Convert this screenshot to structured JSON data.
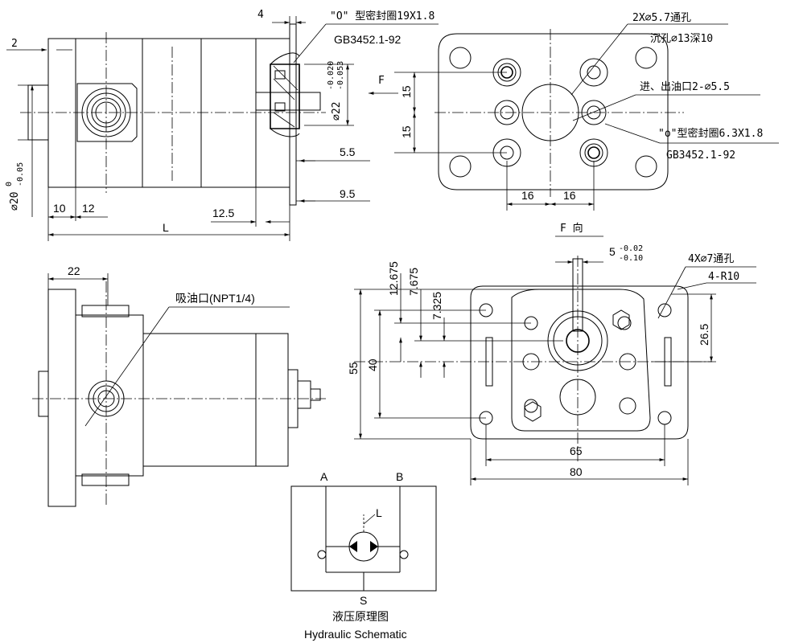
{
  "front_view": {
    "dim_thickness": "4",
    "dim_edge": "2",
    "oring_label": "\"O\" 型密封圈19X1.8",
    "oring_std": "GB3452.1-92",
    "shaft_dia": "⌀22",
    "shaft_tol_upper": "-0.020",
    "shaft_tol_lower": "-0.053",
    "pilot_dia": "⌀20",
    "pilot_tol_upper": "0",
    "pilot_tol_lower": "-0.05",
    "dim_5_5": "5.5",
    "dim_9_5": "9.5",
    "dim_12_5": "12.5",
    "dim_10": "10",
    "dim_12": "12",
    "dim_L": "L",
    "arrow_F": "F"
  },
  "port_face_view": {
    "thru_holes": "2X⌀5.7通孔",
    "counterbore": "沉孔⌀13深10",
    "ports": "进、出油口2-⌀5.5",
    "oring_label": "\"o\"型密封圈6.3X1.8",
    "oring_std": "GB3452.1-92",
    "dim_15_top": "15",
    "dim_15_bottom": "15",
    "dim_16_left": "16",
    "dim_16_right": "16"
  },
  "side_view": {
    "dim_22": "22",
    "suction_port": "吸油口(NPT1/4)"
  },
  "f_view": {
    "title": "F  向",
    "key_width": "5",
    "key_tol_upper": "-0.02",
    "key_tol_lower": "-0.10",
    "mount_holes": "4X⌀7通孔",
    "corner_radius": "4-R10",
    "dim_12_675": "12.675",
    "dim_7_675": "7.675",
    "dim_7_325": "7.325",
    "dim_55": "55",
    "dim_40": "40",
    "dim_26_5": "26.5",
    "dim_65": "65",
    "dim_80": "80"
  },
  "schematic": {
    "label_A": "A",
    "label_B": "B",
    "label_L": "L",
    "label_S": "S",
    "title_cn": "液压原理图",
    "title_en": "Hydraulic Schematic"
  }
}
